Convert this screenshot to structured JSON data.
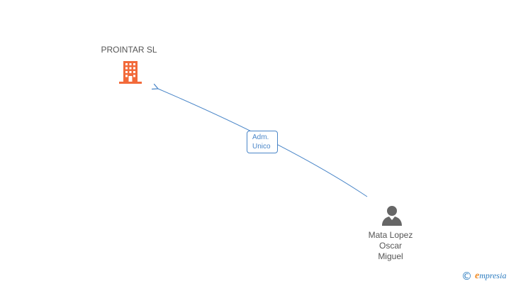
{
  "company": {
    "name": "PROINTAR SL",
    "icon": "building-icon",
    "color": "#f26a3a"
  },
  "person": {
    "name_lines": [
      "Mata Lopez",
      "Oscar",
      "Miguel"
    ],
    "icon": "person-icon",
    "color": "#666666"
  },
  "relation": {
    "label_lines": [
      "Adm.",
      "Unico"
    ],
    "color": "#4a86c8"
  },
  "watermark": {
    "symbol": "©",
    "brand_initial": "e",
    "brand_rest": "mpresia"
  }
}
